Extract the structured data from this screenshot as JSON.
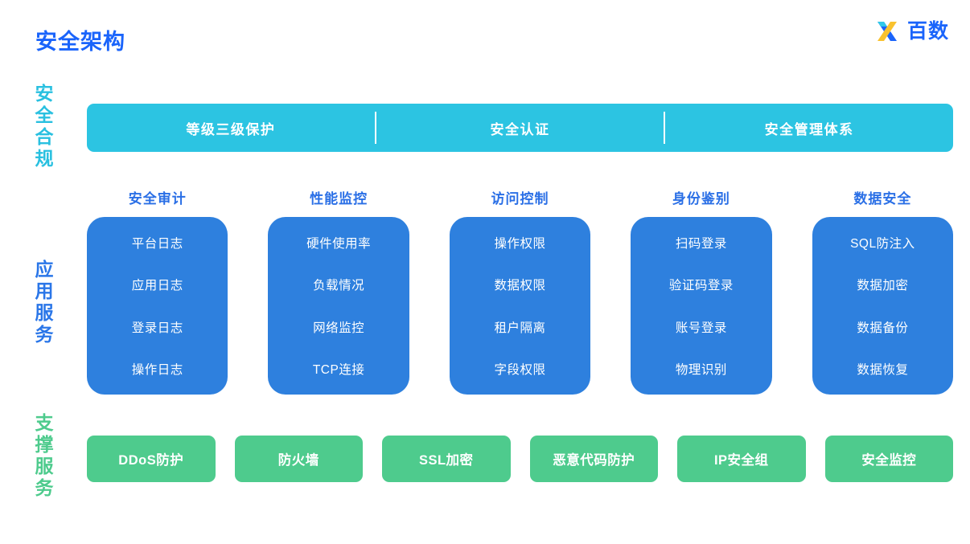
{
  "header": {
    "title": "安全架构",
    "brand_name": "百数",
    "brand_mark_icon": "x-logo-icon",
    "title_color": "#1a64fb"
  },
  "bands": [
    {
      "key": "compliance",
      "label": "安全合规",
      "color": "#29c0e0"
    },
    {
      "key": "app",
      "label": "应用服务",
      "color": "#2a76e8"
    },
    {
      "key": "support",
      "label": "支撑服务",
      "color": "#4ecb8d"
    }
  ],
  "compliance_bar": {
    "background_color": "#2cc4e2",
    "items": [
      {
        "label": "等级三级保护"
      },
      {
        "label": "安全认证"
      },
      {
        "label": "安全管理体系"
      }
    ]
  },
  "app_services": {
    "card_color": "#2e80de",
    "title_color": "#2a6fe6",
    "columns": [
      {
        "title": "安全审计",
        "items": [
          {
            "label": "平台日志"
          },
          {
            "label": "应用日志"
          },
          {
            "label": "登录日志"
          },
          {
            "label": "操作日志"
          }
        ]
      },
      {
        "title": "性能监控",
        "items": [
          {
            "label": "硬件使用率"
          },
          {
            "label": "负载情况"
          },
          {
            "label": "网络监控"
          },
          {
            "label": "TCP连接"
          }
        ]
      },
      {
        "title": "访问控制",
        "items": [
          {
            "label": "操作权限"
          },
          {
            "label": "数据权限"
          },
          {
            "label": "租户隔离"
          },
          {
            "label": "字段权限"
          }
        ]
      },
      {
        "title": "身份鉴别",
        "items": [
          {
            "label": "扫码登录"
          },
          {
            "label": "验证码登录"
          },
          {
            "label": "账号登录"
          },
          {
            "label": "物理识别"
          }
        ]
      },
      {
        "title": "数据安全",
        "items": [
          {
            "label": "SQL防注入"
          },
          {
            "label": "数据加密"
          },
          {
            "label": "数据备份"
          },
          {
            "label": "数据恢复"
          }
        ]
      }
    ]
  },
  "support_services": {
    "pill_color": "#4ecb8d",
    "items": [
      {
        "label": "DDoS防护"
      },
      {
        "label": "防火墙"
      },
      {
        "label": "SSL加密"
      },
      {
        "label": "恶意代码防护"
      },
      {
        "label": "IP安全组"
      },
      {
        "label": "安全监控"
      }
    ]
  }
}
